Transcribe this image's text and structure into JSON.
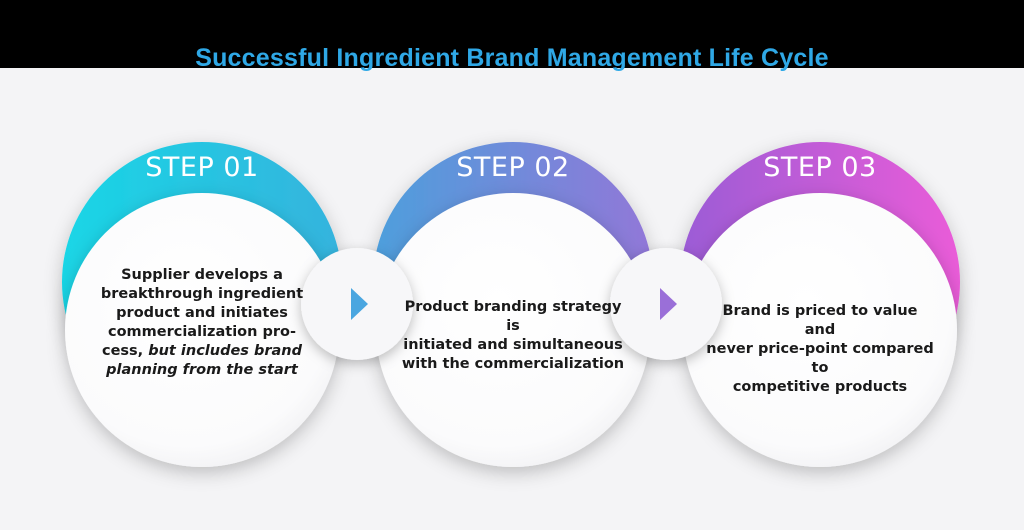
{
  "title": "Successful Ingredient Brand Management Life Cycle",
  "colors": {
    "background": "#000000",
    "panel": "#f4f4f6",
    "title": "#2fa8e6",
    "step_label": "#ffffff",
    "step1_gradient": [
      "#19d6e6",
      "#33b9de"
    ],
    "step2_gradient": [
      "#4d9fdc",
      "#8f7ad8"
    ],
    "step3_gradient": [
      "#9b5bd6",
      "#e85ad8"
    ],
    "arrow1": "#4aa6e0",
    "arrow2": "#9a6fd8"
  },
  "steps": [
    {
      "label": "STEP 01",
      "lines": [
        {
          "parts": [
            {
              "t": "Supplier develops a"
            }
          ]
        },
        {
          "parts": [
            {
              "t": "breakthrough ingredient"
            }
          ]
        },
        {
          "parts": [
            {
              "t": "product and initiates"
            }
          ]
        },
        {
          "parts": [
            {
              "t": "commercialization pro-"
            }
          ]
        },
        {
          "parts": [
            {
              "t": "cess, "
            },
            {
              "t": "but includes brand",
              "em": true
            }
          ]
        },
        {
          "parts": [
            {
              "t": "planning from the start",
              "em": true
            }
          ]
        }
      ]
    },
    {
      "label": "STEP 02",
      "lines": [
        {
          "parts": [
            {
              "t": "Product branding strategy is"
            }
          ]
        },
        {
          "parts": [
            {
              "t": "initiated and simultaneous"
            }
          ]
        },
        {
          "parts": [
            {
              "t": "with the commercialization"
            }
          ]
        }
      ]
    },
    {
      "label": "STEP 03",
      "lines": [
        {
          "parts": [
            {
              "t": "Brand is priced to value and"
            }
          ]
        },
        {
          "parts": [
            {
              "t": "never price-point compared to"
            }
          ]
        },
        {
          "parts": [
            {
              "t": "competitive products"
            }
          ]
        }
      ]
    }
  ],
  "connectors": [
    {
      "icon": "play-arrow-icon"
    },
    {
      "icon": "play-arrow-icon"
    }
  ]
}
